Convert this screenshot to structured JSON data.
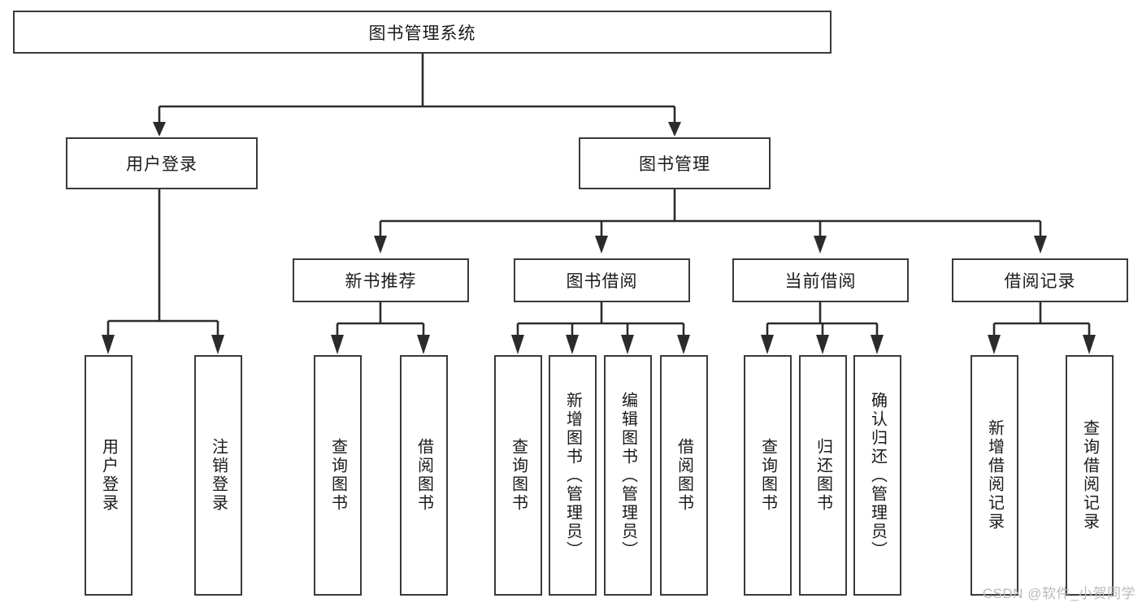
{
  "diagram": {
    "type": "tree",
    "title": "图书管理系统",
    "watermark": "CSDN @软件_小贺同学",
    "colors": {
      "box_border": "#3a3a3a",
      "box_fill": "#ffffff",
      "edge": "#2b2b2b",
      "text": "#1a1a1a",
      "watermark": "#b9b9b9"
    },
    "root": {
      "label": "图书管理系统"
    },
    "level2": [
      {
        "label": "用户登录"
      },
      {
        "label": "图书管理"
      }
    ],
    "level3": [
      {
        "label": "新书推荐"
      },
      {
        "label": "图书借阅"
      },
      {
        "label": "当前借阅"
      },
      {
        "label": "借阅记录"
      }
    ],
    "leaves": {
      "user_login": [
        {
          "label": "用户登录"
        },
        {
          "label": "注销登录"
        }
      ],
      "new_book_recommend": [
        {
          "label": "查询图书"
        },
        {
          "label": "借阅图书"
        }
      ],
      "book_borrow": [
        {
          "label": "查询图书"
        },
        {
          "label": "新增图书（管理员）"
        },
        {
          "label": "编辑图书（管理员）"
        },
        {
          "label": "借阅图书"
        }
      ],
      "current_borrow": [
        {
          "label": "查询图书"
        },
        {
          "label": "归还图书"
        },
        {
          "label": "确认归还（管理员）"
        }
      ],
      "borrow_record": [
        {
          "label": "新增借阅记录"
        },
        {
          "label": "查询借阅记录"
        }
      ]
    }
  }
}
